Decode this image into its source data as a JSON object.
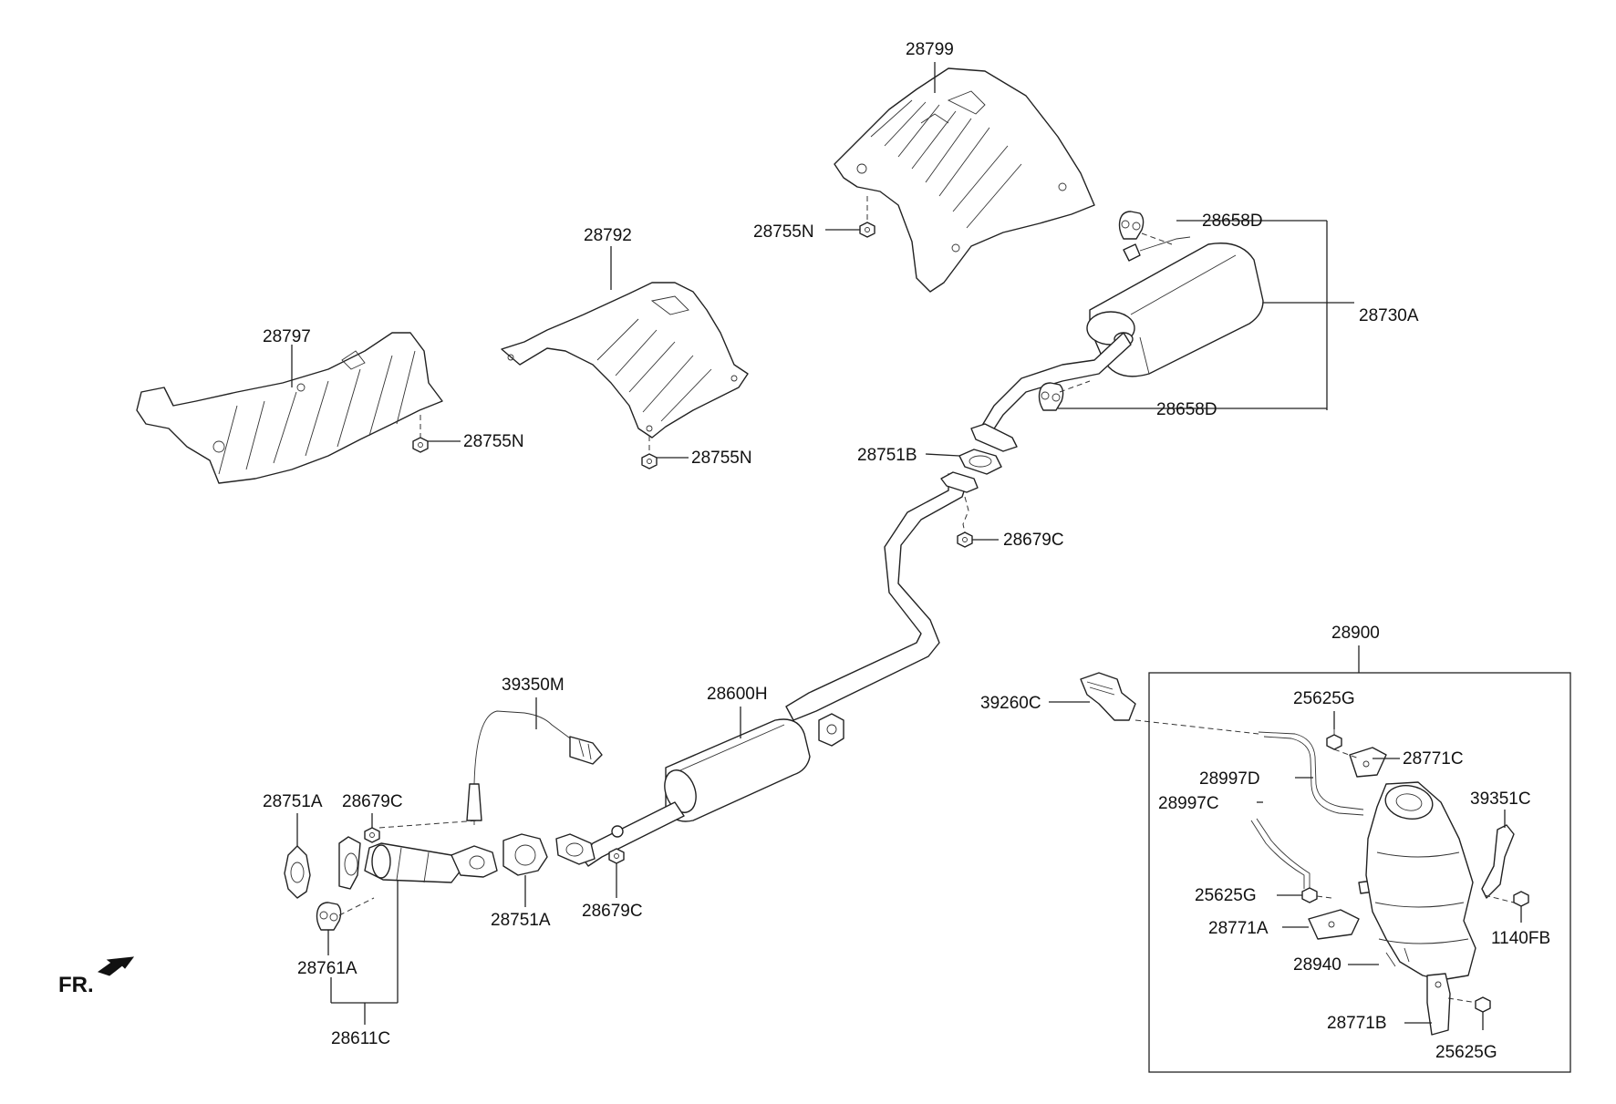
{
  "labels": {
    "p28799": "28799",
    "p28755N_a": "28755N",
    "p28792": "28792",
    "p28797": "28797",
    "p28755N_b": "28755N",
    "p28755N_c": "28755N",
    "p28658D_a": "28658D",
    "p28730A": "28730A",
    "p28658D_b": "28658D",
    "p28751B": "28751B",
    "p28679C_a": "28679C",
    "p28900": "28900",
    "p39260C": "39260C",
    "p25625G_a": "25625G",
    "p28771C": "28771C",
    "p28997D": "28997D",
    "p28997C": "28997C",
    "p39351C": "39351C",
    "p25625G_b": "25625G",
    "p1140FB": "1140FB",
    "p28771A": "28771A",
    "p28940": "28940",
    "p28771B": "28771B",
    "p25625G_c": "25625G",
    "p39350M": "39350M",
    "p28600H": "28600H",
    "p28751A_a": "28751A",
    "p28679C_b": "28679C",
    "p28751A_b": "28751A",
    "p28679C_c": "28679C",
    "p28761A": "28761A",
    "p28611C": "28611C"
  },
  "orientation": {
    "text": "FR.",
    "icon": "arrow-front-left-icon"
  }
}
